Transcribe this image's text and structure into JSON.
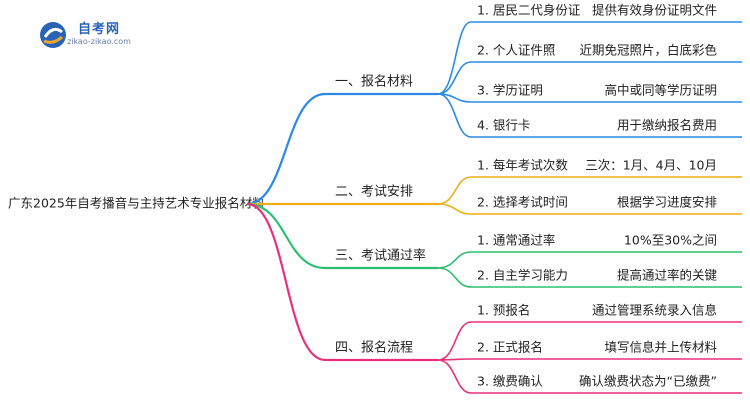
{
  "logo": {
    "name": "自考网",
    "url": "zikao-zikao.com"
  },
  "root": {
    "label": "广东2025年自考播音与主持艺术专业报名材料"
  },
  "branches": [
    {
      "label": "一、报名材料",
      "color": "#2b8ae6",
      "children": [
        {
          "item": "1. 居民二代身份证",
          "detail": "提供有效身份证明文件"
        },
        {
          "item": "2. 个人证件照",
          "detail": "近期免冠照片，白底彩色"
        },
        {
          "item": "3. 学历证明",
          "detail": "高中或同等学历证明"
        },
        {
          "item": "4. 银行卡",
          "detail": "用于缴纳报名费用"
        }
      ]
    },
    {
      "label": "二、考试安排",
      "color": "#f0ad16",
      "children": [
        {
          "item": "1. 每年考试次数",
          "detail": "三次：1月、4月、10月"
        },
        {
          "item": "2. 选择考试时间",
          "detail": "根据学习进度安排"
        }
      ]
    },
    {
      "label": "三、考试通过率",
      "color": "#2bbf6e",
      "children": [
        {
          "item": "1. 通常通过率",
          "detail": "10%至30%之间"
        },
        {
          "item": "2. 自主学习能力",
          "detail": "提高通过率的关键"
        }
      ]
    },
    {
      "label": "四、报名流程",
      "color": "#e8317a",
      "children": [
        {
          "item": "1. 预报名",
          "detail": "通过管理系统录入信息"
        },
        {
          "item": "2. 正式报名",
          "detail": "填写信息并上传材料"
        },
        {
          "item": "3. 缴费确认",
          "detail": "确认缴费状态为“已缴费”"
        }
      ]
    }
  ]
}
